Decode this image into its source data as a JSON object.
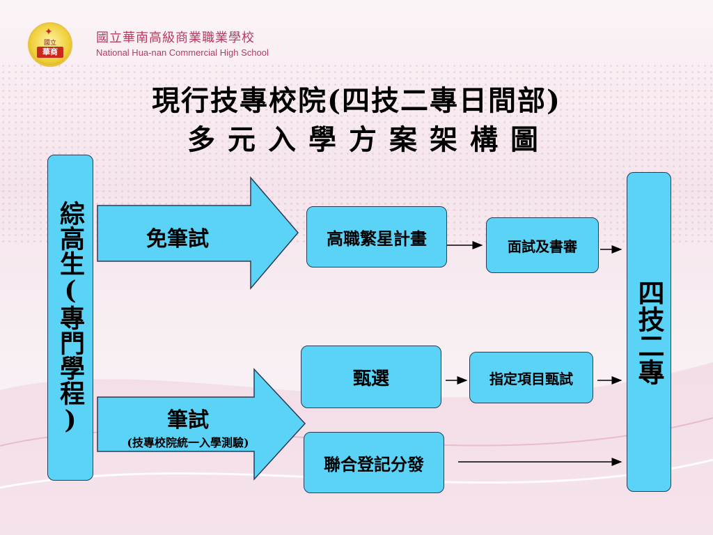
{
  "header": {
    "logo": {
      "top_text": "國立",
      "bottom_text": "華商"
    },
    "school_name_zh": "國立華南高級商業職業學校",
    "school_name_en": "National Hua-nan Commercial High School"
  },
  "title": {
    "line1": "現行技專校院(四技二專日間部)",
    "line2": "多元入學方案架構圖"
  },
  "diagram": {
    "source": "綜高生(專門學程)",
    "destination": "四技二專",
    "routes": [
      {
        "label": "免筆試",
        "steps": [
          "高職繁星計畫",
          "面試及書審"
        ]
      },
      {
        "label": "筆試",
        "sublabel": "(技專校院統一入學測驗)",
        "branches": [
          {
            "steps": [
              "甄選",
              "指定項目甄試"
            ]
          },
          {
            "steps": [
              "聯合登記分發"
            ]
          }
        ]
      }
    ]
  },
  "colors": {
    "box_fill": "#5bd3f6",
    "box_border": "#2a3a55",
    "brand_pink": "#b73a5e"
  }
}
